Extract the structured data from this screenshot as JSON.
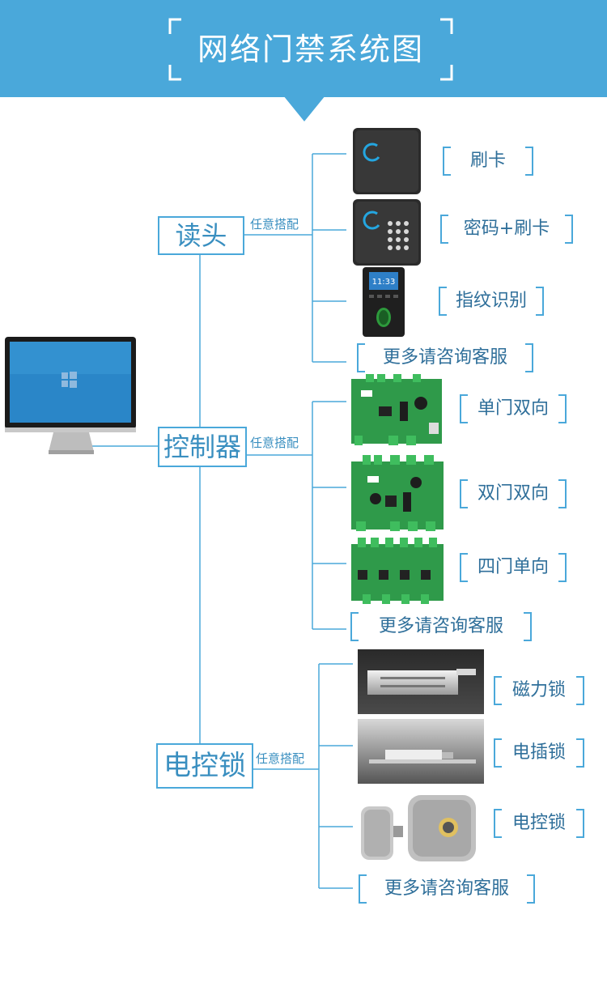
{
  "header": {
    "title": "网络门禁系统图"
  },
  "annotation": "任意搭配",
  "categories": [
    {
      "label": "读头",
      "options": [
        "刷卡",
        "密码+刷卡",
        "指纹识别",
        "更多请咨询客服"
      ]
    },
    {
      "label": "控制器",
      "options": [
        "单门双向",
        "双门双向",
        "四门单向",
        "更多请咨询客服"
      ]
    },
    {
      "label": "电控锁",
      "options": [
        "磁力锁",
        "电插锁",
        "电控锁",
        "更多请咨询客服"
      ]
    }
  ],
  "device_screen": {
    "clock": "11:33"
  },
  "colors": {
    "accent": "#4aa8da",
    "board": "#2f9a4a",
    "text": "#2f6f9a"
  }
}
